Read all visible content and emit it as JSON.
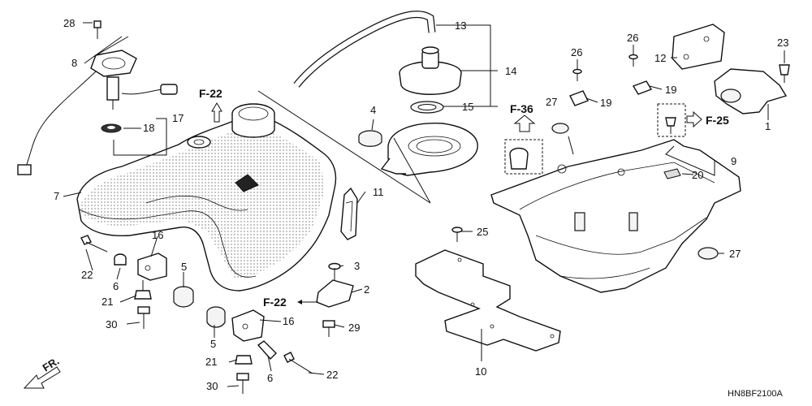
{
  "callouts": [
    {
      "id": "p28",
      "text": "28"
    },
    {
      "id": "p8",
      "text": "8"
    },
    {
      "id": "p18",
      "text": "18"
    },
    {
      "id": "p17",
      "text": "17"
    },
    {
      "id": "p7",
      "text": "7"
    },
    {
      "id": "p22a",
      "text": "22"
    },
    {
      "id": "p6a",
      "text": "6"
    },
    {
      "id": "p21a",
      "text": "21"
    },
    {
      "id": "p30a",
      "text": "30"
    },
    {
      "id": "p16a",
      "text": "16"
    },
    {
      "id": "p5a",
      "text": "5"
    },
    {
      "id": "p5b",
      "text": "5"
    },
    {
      "id": "p21b",
      "text": "21"
    },
    {
      "id": "p30b",
      "text": "30"
    },
    {
      "id": "p6b",
      "text": "6"
    },
    {
      "id": "p22b",
      "text": "22"
    },
    {
      "id": "p16b",
      "text": "16"
    },
    {
      "id": "p13",
      "text": "13"
    },
    {
      "id": "p14",
      "text": "14"
    },
    {
      "id": "p15",
      "text": "15"
    },
    {
      "id": "p4",
      "text": "4"
    },
    {
      "id": "p11",
      "text": "11"
    },
    {
      "id": "p3",
      "text": "3"
    },
    {
      "id": "p2",
      "text": "2"
    },
    {
      "id": "p29",
      "text": "29"
    },
    {
      "id": "p25",
      "text": "25"
    },
    {
      "id": "p10",
      "text": "10"
    },
    {
      "id": "p26a",
      "text": "26"
    },
    {
      "id": "p27a",
      "text": "27"
    },
    {
      "id": "p19a",
      "text": "19"
    },
    {
      "id": "p26b",
      "text": "26"
    },
    {
      "id": "p19b",
      "text": "19"
    },
    {
      "id": "p12",
      "text": "12"
    },
    {
      "id": "p23",
      "text": "23"
    },
    {
      "id": "p1",
      "text": "1"
    },
    {
      "id": "p9",
      "text": "9"
    },
    {
      "id": "p20",
      "text": "20"
    },
    {
      "id": "p27b",
      "text": "27"
    }
  ],
  "refs": {
    "f22_top": "F-22",
    "f22_bottom": "F-22",
    "f36": "F-36",
    "f25": "F-25"
  },
  "direction_label": "FR.",
  "diagram_code": "HN8BF2100A"
}
